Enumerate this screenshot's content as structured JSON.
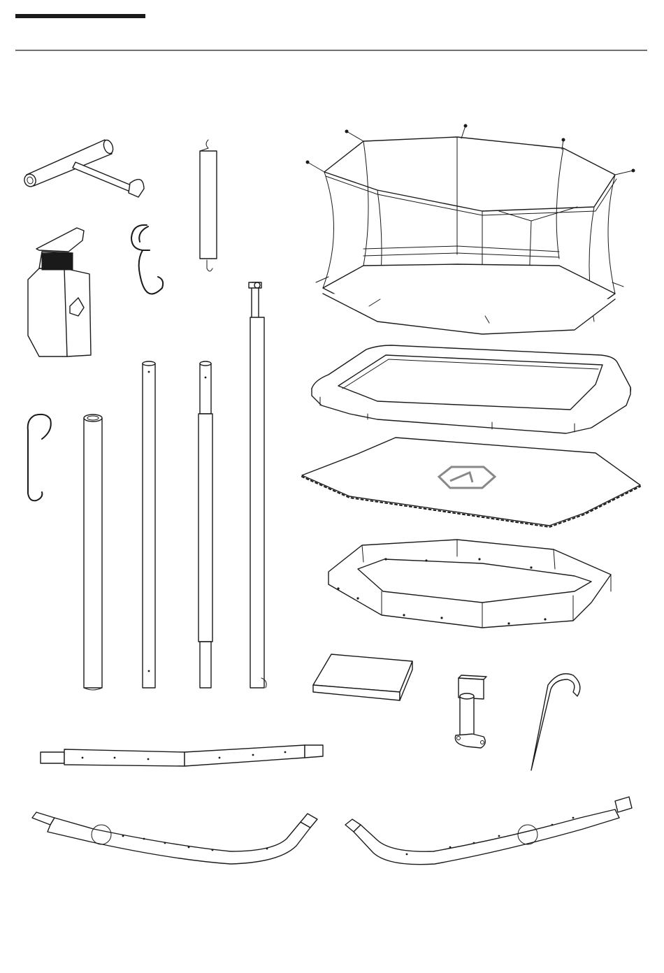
{
  "page": {
    "kind": "parts-overview illustration",
    "text": []
  },
  "colors": {
    "line": "#1a1a1a",
    "background": "#ffffff",
    "marker": "#1a73c8"
  },
  "parts": [
    {
      "id": "t-wrench",
      "icon": "t-handle-wrench"
    },
    {
      "id": "spring",
      "icon": "tension-spring"
    },
    {
      "id": "enclosure-net",
      "icon": "safety-net-enclosure"
    },
    {
      "id": "spring-tool",
      "icon": "spring-pull-tool"
    },
    {
      "id": "s-hook",
      "icon": "s-hook"
    },
    {
      "id": "padding",
      "icon": "frame-pad"
    },
    {
      "id": "jump-mat",
      "icon": "jumping-mat"
    },
    {
      "id": "net-hook",
      "icon": "net-hook"
    },
    {
      "id": "pole-lower",
      "icon": "lower-pole"
    },
    {
      "id": "pole-middle",
      "icon": "middle-pole"
    },
    {
      "id": "pole-upper",
      "icon": "upper-pole"
    },
    {
      "id": "pole-top",
      "icon": "top-pole-with-cap"
    },
    {
      "id": "top-frame",
      "icon": "top-frame-ring"
    },
    {
      "id": "foam-block",
      "icon": "foam-block"
    },
    {
      "id": "pole-bracket",
      "icon": "pole-bracket"
    },
    {
      "id": "ground-stake",
      "icon": "ground-stake"
    },
    {
      "id": "straight-rail",
      "icon": "straight-top-rail"
    },
    {
      "id": "curved-rail-left",
      "icon": "curved-leg-rail-left"
    },
    {
      "id": "curved-rail-right",
      "icon": "curved-leg-rail-right"
    }
  ]
}
